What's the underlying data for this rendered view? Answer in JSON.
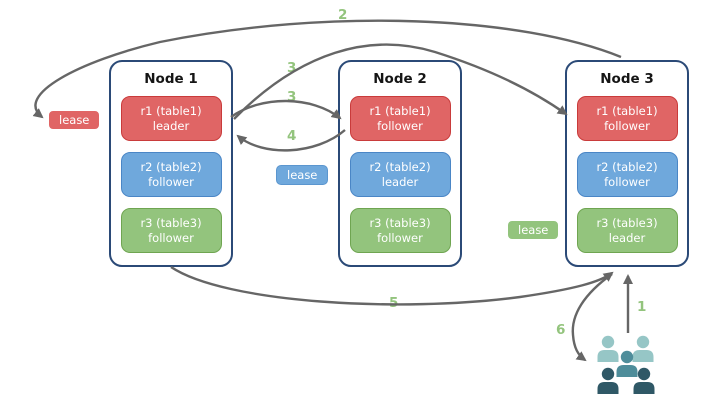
{
  "nodes": [
    {
      "title": "Node 1",
      "replicas": [
        {
          "name": "r1 (table1)",
          "role": "leader",
          "color": "red"
        },
        {
          "name": "r2 (table2)",
          "role": "follower",
          "color": "blue"
        },
        {
          "name": "r3 (table3)",
          "role": "follower",
          "color": "green"
        }
      ]
    },
    {
      "title": "Node 2",
      "replicas": [
        {
          "name": "r1 (table1)",
          "role": "follower",
          "color": "red"
        },
        {
          "name": "r2 (table2)",
          "role": "leader",
          "color": "blue"
        },
        {
          "name": "r3 (table3)",
          "role": "follower",
          "color": "green"
        }
      ]
    },
    {
      "title": "Node 3",
      "replicas": [
        {
          "name": "r1 (table1)",
          "role": "follower",
          "color": "red"
        },
        {
          "name": "r2 (table2)",
          "role": "follower",
          "color": "blue"
        },
        {
          "name": "r3 (table3)",
          "role": "leader",
          "color": "green"
        }
      ]
    }
  ],
  "leases": [
    {
      "label": "lease",
      "color": "red"
    },
    {
      "label": "lease",
      "color": "blue"
    },
    {
      "label": "lease",
      "color": "green"
    }
  ],
  "steps": {
    "s1": "1",
    "s2": "2",
    "s3a": "3",
    "s3b": "3",
    "s4": "4",
    "s5": "5",
    "s6": "6"
  },
  "icons": {
    "users": "users-group-icon"
  },
  "colors": {
    "red_fill": "#E06565",
    "red_border": "#C93B3B",
    "blue_fill": "#6FA8DC",
    "blue_border": "#4A86C6",
    "green_fill": "#93C47D",
    "green_border": "#6FA551",
    "node_border": "#2B4A77",
    "arrow": "#666666",
    "step_label": "#93C47D",
    "people_light": "#96C6C6",
    "people_medium": "#4E8D9A",
    "people_dark": "#2F5866"
  }
}
